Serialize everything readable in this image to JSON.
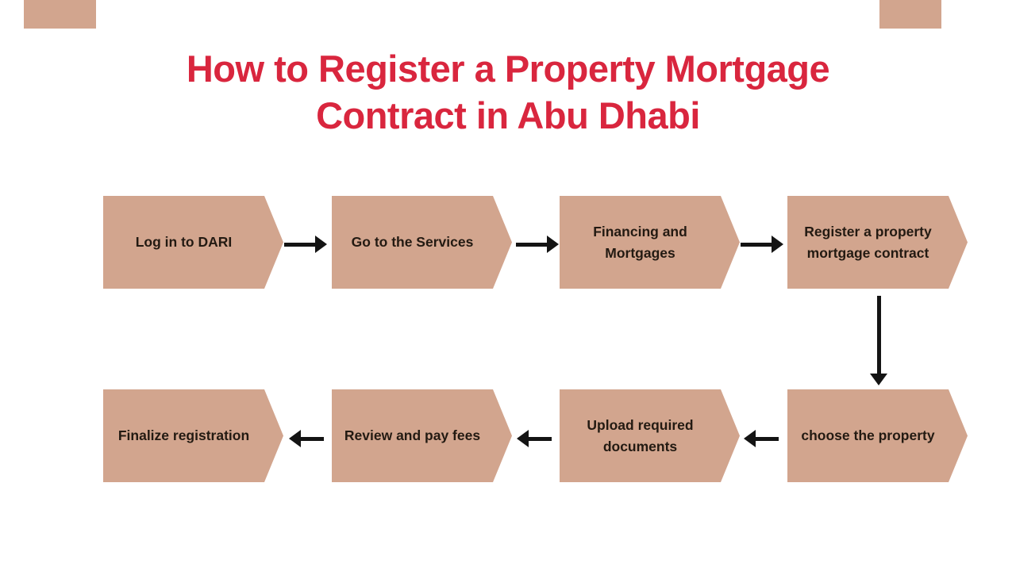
{
  "page": {
    "background": "#ffffff"
  },
  "title": {
    "line1": "How to Register a Property Mortgage",
    "line2": "Contract in Abu Dhabi",
    "color": "#d9263e"
  },
  "flow": {
    "box_fill": "#d2a58e",
    "box_text_color": "#231a12",
    "arrow_color": "#141414",
    "steps": [
      {
        "order": 1,
        "label": "Log in to DARI"
      },
      {
        "order": 2,
        "label": "Go to the Services"
      },
      {
        "order": 3,
        "label": "Financing and Mortgages"
      },
      {
        "order": 4,
        "label": "Register a property mortgage contract"
      },
      {
        "order": 5,
        "label": "choose the property"
      },
      {
        "order": 6,
        "label": "Upload required documents"
      },
      {
        "order": 7,
        "label": "Review and pay fees"
      },
      {
        "order": 8,
        "label": "Finalize registration"
      }
    ],
    "connectors": [
      {
        "from": 1,
        "to": 2,
        "direction": "right"
      },
      {
        "from": 2,
        "to": 3,
        "direction": "right"
      },
      {
        "from": 3,
        "to": 4,
        "direction": "right"
      },
      {
        "from": 4,
        "to": 5,
        "direction": "down"
      },
      {
        "from": 5,
        "to": 6,
        "direction": "left"
      },
      {
        "from": 6,
        "to": 7,
        "direction": "left"
      },
      {
        "from": 7,
        "to": 8,
        "direction": "left"
      }
    ]
  },
  "decor": {
    "corner_blocks": [
      {
        "position": "top-left"
      },
      {
        "position": "top-right"
      }
    ],
    "color": "#d2a58e"
  }
}
